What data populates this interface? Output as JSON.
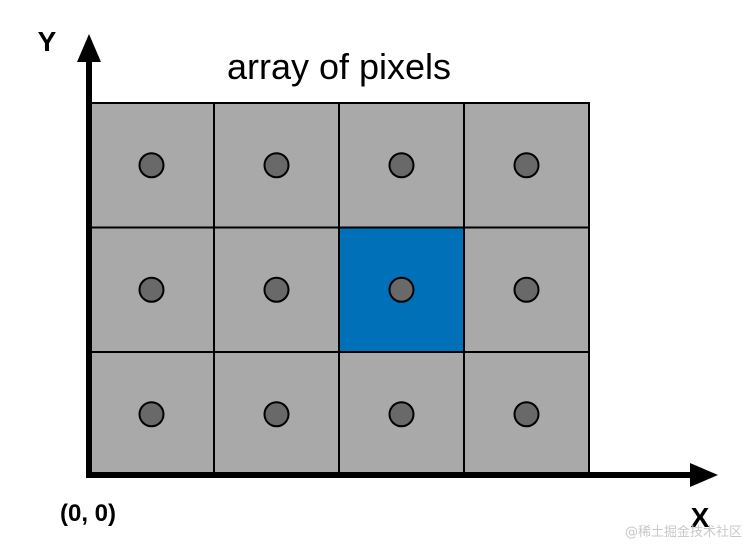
{
  "diagram": {
    "title": "array of pixels",
    "y_axis_label": "Y",
    "x_axis_label": "X",
    "origin_label": "(0, 0)",
    "grid": {
      "rows": 3,
      "cols": 4,
      "highlighted_cell": {
        "row": 1,
        "col": 2
      }
    },
    "colors": {
      "cell_fill": "#a9a9a9",
      "cell_border": "#000000",
      "highlight_fill": "#0070b8",
      "dot_fill": "#696969",
      "dot_stroke": "#000000",
      "axis": "#000000"
    }
  },
  "watermark": "@稀土掘金技术社区"
}
